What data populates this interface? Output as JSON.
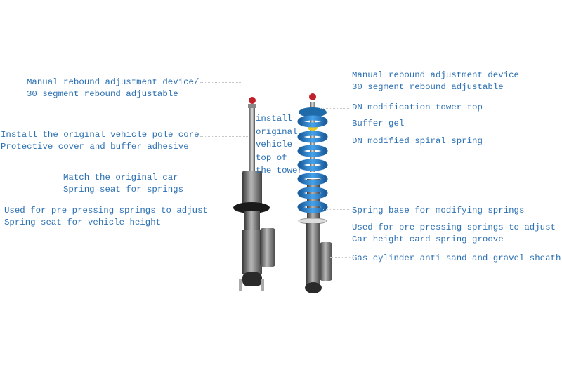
{
  "left_labels": {
    "rebound_line1": "Manual rebound adjustment device/",
    "rebound_line2": "30 segment rebound adjustable",
    "pole_line1": "Install the original vehicle pole core",
    "pole_line2": "Protective cover and buffer adhesive",
    "seat_line1": "Match the original car",
    "seat_line2": "Spring seat for springs",
    "height_line1": "Used for pre pressing springs to adjust",
    "height_line2": "Spring seat for vehicle height"
  },
  "center_label": {
    "line1": "install",
    "line2": "original",
    "line3": "vehicle",
    "line4": "top of",
    "line5": "the tower"
  },
  "right_labels": {
    "rebound_line1": "Manual rebound adjustment device",
    "rebound_line2": "30 segment rebound adjustable",
    "tower_top": "DN modification tower top",
    "buffer_gel": "Buffer gel",
    "spiral_spring": "DN modified spiral spring",
    "spring_base": "Spring base for modifying springs",
    "groove_line1": "Used for pre pressing springs to adjust",
    "groove_line2": "Car height card spring groove",
    "sheath": "Gas cylinder anti sand and gravel sheath"
  },
  "colors": {
    "text": "#2b70b3",
    "spring": "#2f86d6"
  }
}
